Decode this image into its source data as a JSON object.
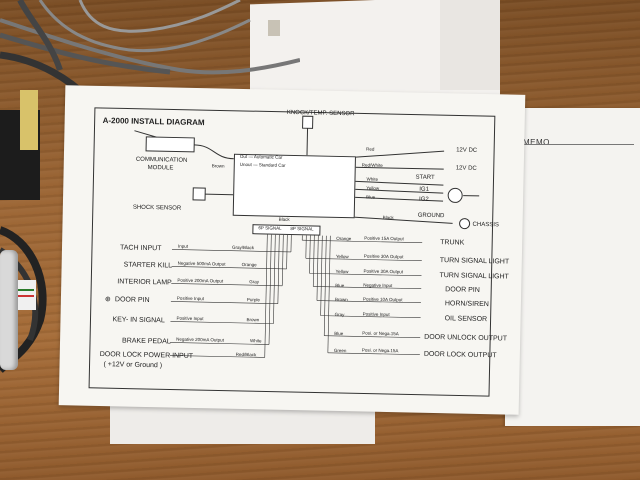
{
  "diagram": {
    "title": "A-2000  INSTALL DIAGRAM",
    "memo": "MEMO",
    "top_labels": {
      "sensor": "KNOCK/TEMP. SENSOR",
      "comm_module_1": "COMMUNICATION",
      "comm_module_2": "MODULE",
      "brown": "Brown",
      "out": "Out  — Automatic Car",
      "unout": "Unout — Standard Car",
      "shock": "SHOCK SENSOR",
      "black": "Black",
      "plug_a": "6P SIGNAL",
      "plug_b": "8P SIGNAL"
    },
    "right_top": {
      "red": "Red",
      "red_white": "Red/White",
      "v12_a": "12V DC",
      "v12_b": "12V DC",
      "white": "White",
      "yellow": "Yellow",
      "blue": "Blue",
      "start": "START",
      "ig1": "IG1",
      "ig2": "IG2",
      "black": "Black",
      "ground": "GROUND",
      "chassis": "CHASSIS"
    },
    "left_rows": [
      {
        "label": "TACH INPUT",
        "desc": "Input",
        "color": "Gray/Black"
      },
      {
        "label": "STARTER KILL",
        "desc": "Negative 500mA Output",
        "color": "Orange"
      },
      {
        "label": "INTERIOR LAMP",
        "desc": "Positive 200mA Output",
        "color": "Gray"
      },
      {
        "label": "DOOR PIN",
        "desc": "Positive Input",
        "color": "Purple"
      },
      {
        "label": "KEY-  IN  SIGNAL",
        "desc": "Positive Input",
        "color": "Brown"
      },
      {
        "label": "BRAKE PEDAL",
        "desc": "Negative 200mA Output",
        "color": "White"
      },
      {
        "label": "DOOR LOCK POWER INPUT",
        "desc": "",
        "color": "Red/Black"
      }
    ],
    "door_lock_note": "( +12V  or  Ground )",
    "right_rows": [
      {
        "color": "Orange",
        "desc": "Positive 15A Output",
        "label": "TRUNK"
      },
      {
        "color": "Yellow",
        "desc": "Positive 30A Output",
        "label": "TURN SIGNAL LIGHT"
      },
      {
        "color": "Yellow",
        "desc": "Positive 30A Output",
        "label": "TURN SIGNAL LIGHT"
      },
      {
        "color": "Blue",
        "desc": "Negative Input",
        "label": "DOOR PIN"
      },
      {
        "color": "Brown",
        "desc": "Positive 10A Output",
        "label": "HORN/SIREN"
      },
      {
        "color": "Gray",
        "desc": "Positive Input",
        "label": "OIL SENSOR"
      },
      {
        "color": "Blue",
        "desc": "Posi. or Nega.15A",
        "label": "DOOR UNLOCK OUTPUT"
      },
      {
        "color": "Green",
        "desc": "Posi. or Nega.15A",
        "label": "DOOR LOCK OUTPUT"
      }
    ]
  },
  "colors": {
    "paper": "#f7f6f2",
    "ink": "#222222",
    "wood": "#9b6534"
  }
}
